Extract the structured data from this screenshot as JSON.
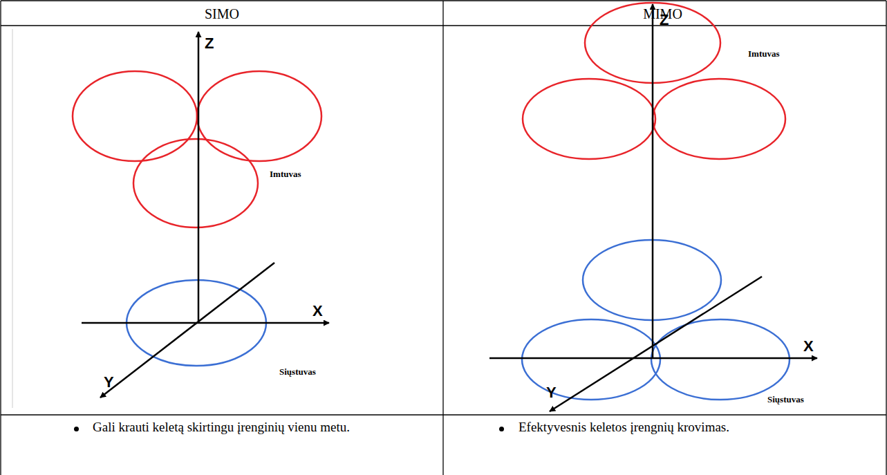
{
  "diagram": {
    "labels": [
      "SIMO",
      "MIMO",
      "Z",
      "X",
      "Y",
      "Imtuvas",
      "Siųstuvas",
      "Z",
      "X",
      "Y",
      "Imtuvas",
      "Siųstuvas",
      "Gali krauti keletą skirtingu įrenginių vienu metu.",
      "Efektyvesnis keletos įrengnių krovimas."
    ]
  }
}
